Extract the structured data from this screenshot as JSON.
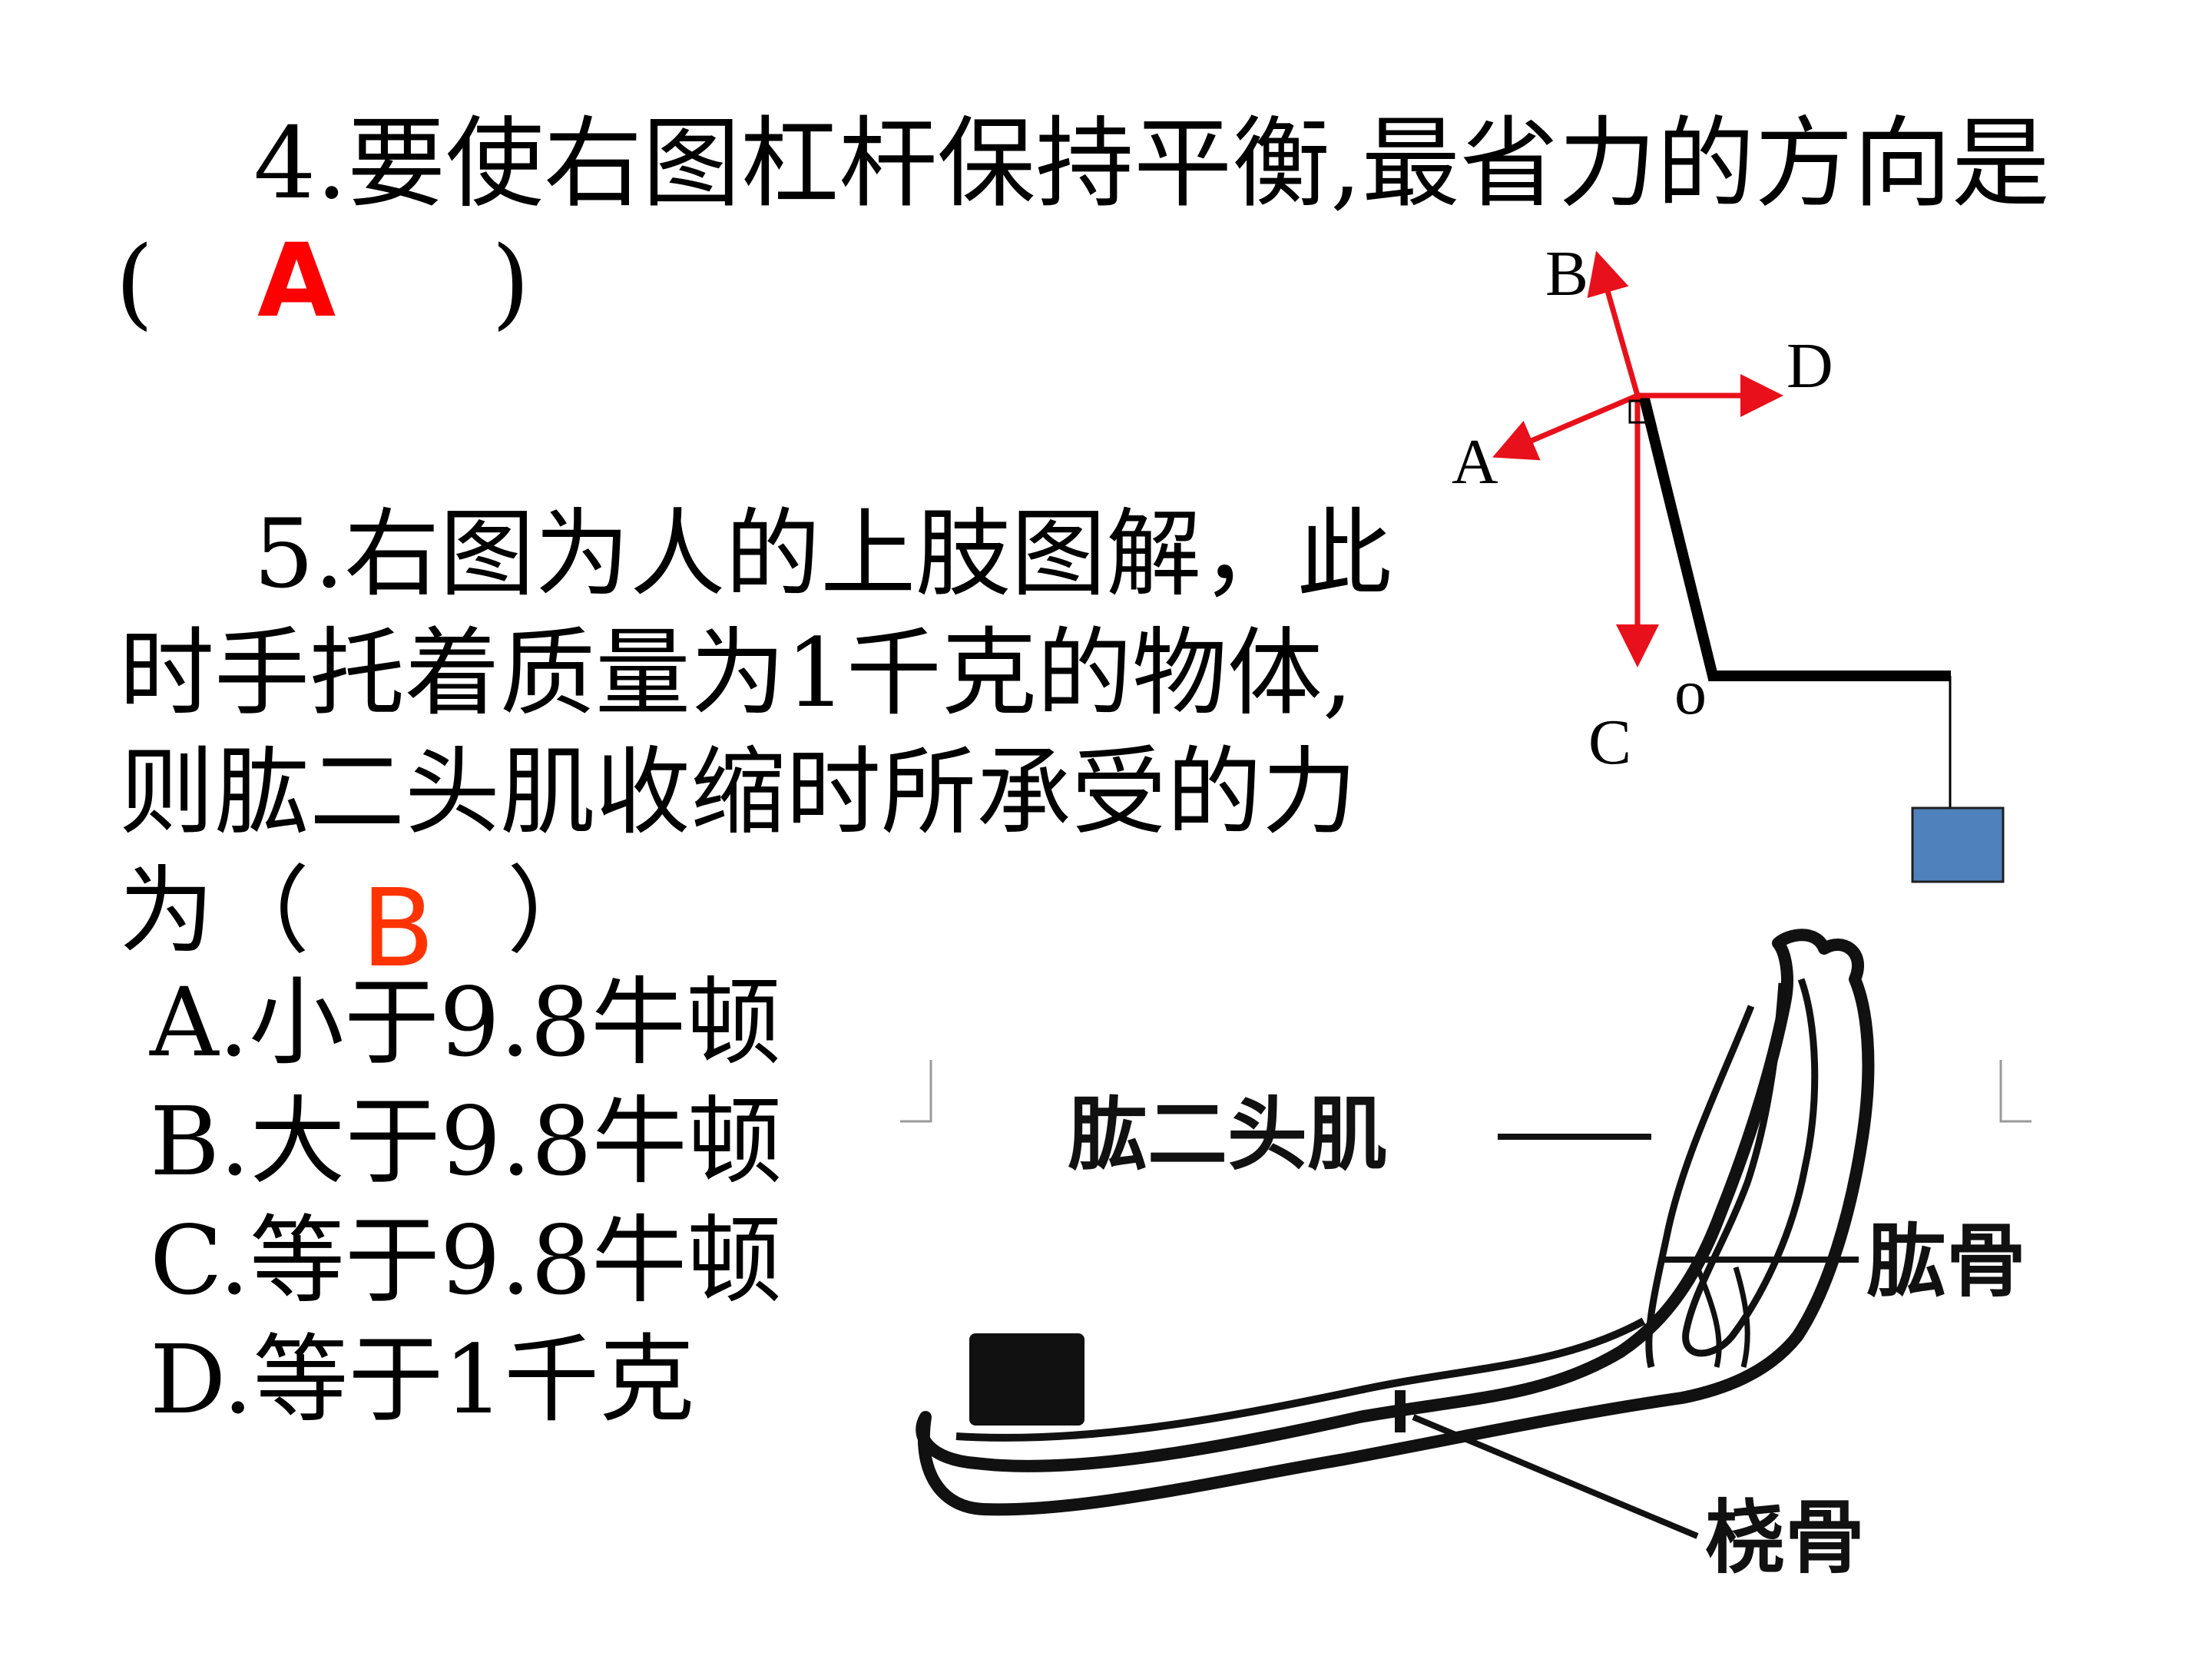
{
  "q4": {
    "line1": "4.要使右图杠杆保持平衡,最省力的方向是",
    "open_paren": "(",
    "answer": "A",
    "close_paren": ")"
  },
  "lever": {
    "label_a": "A",
    "label_b": "B",
    "label_c": "C",
    "label_d": "D",
    "label_o": "o",
    "arrow_color": "#e8101a",
    "weight_color": "#4f81bd"
  },
  "q5": {
    "line1": "5.右图为人的上肢图解，此",
    "line2": "时手托着质量为1千克的物体,",
    "line3": "则肱二头肌收缩时所承受的力",
    "line4_prefix": "为（",
    "answer": "B",
    "line4_suffix": "）",
    "options": [
      "A.小于9.8牛顿",
      "B.大于9.8牛顿",
      "C.等于9.8牛顿",
      "D.等于1千克"
    ]
  },
  "anatomy": {
    "biceps": "肱二头肌",
    "humerus": "肱骨",
    "radius": "桡骨"
  }
}
